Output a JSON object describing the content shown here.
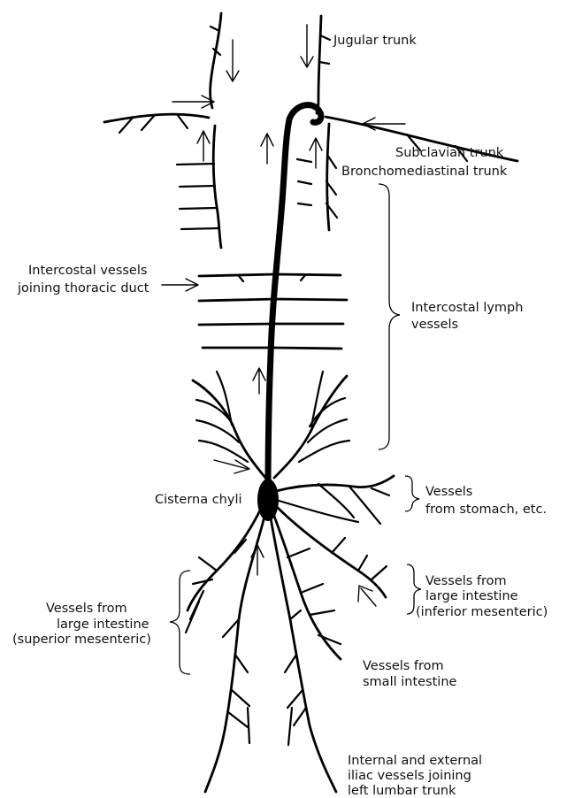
{
  "labels": {
    "jugular_trunk": "Jugular trunk",
    "subclavian_trunk": "Subclavian trunk",
    "bronchomediastinal_trunk": "Bronchomediastinal trunk",
    "intercostal_vessels_line1": "Intercostal vessels",
    "intercostal_vessels_line2": "joining thoracic duct",
    "intercostal_lymph_line1": "Intercostal lymph",
    "intercostal_lymph_line2": "vessels",
    "cisterna_chyli": "Cisterna chyli",
    "stomach_line1": "Vessels",
    "stomach_line2": "from stomach, etc.",
    "inferior_mesenteric_line1": "Vessels from",
    "inferior_mesenteric_line2": "large intestine",
    "inferior_mesenteric_line3": "(inferior mesenteric)",
    "superior_mesenteric_line1": "Vessels from",
    "superior_mesenteric_line2": "large intestine",
    "superior_mesenteric_line3": "(superior mesenteric)",
    "small_intestine_line1": "Vessels from",
    "small_intestine_line2": "small intestine",
    "iliac_line1": "Internal and external",
    "iliac_line2": "iliac vessels joining",
    "iliac_line3": "left lumbar trunk"
  }
}
